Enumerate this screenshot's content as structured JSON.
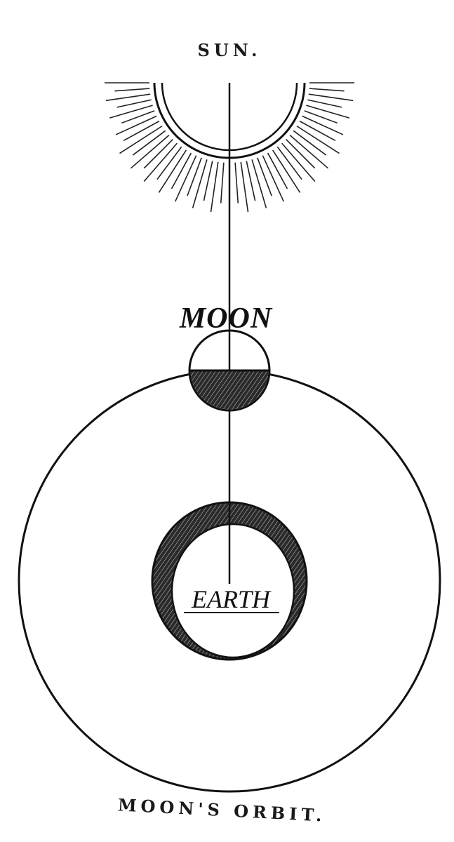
{
  "labels": {
    "sun": "SUN.",
    "moon": "MOON",
    "earth": "EARTH",
    "orbit": "MOON'S ORBIT."
  },
  "colors": {
    "ink": "#111111",
    "paper": "#ffffff"
  }
}
